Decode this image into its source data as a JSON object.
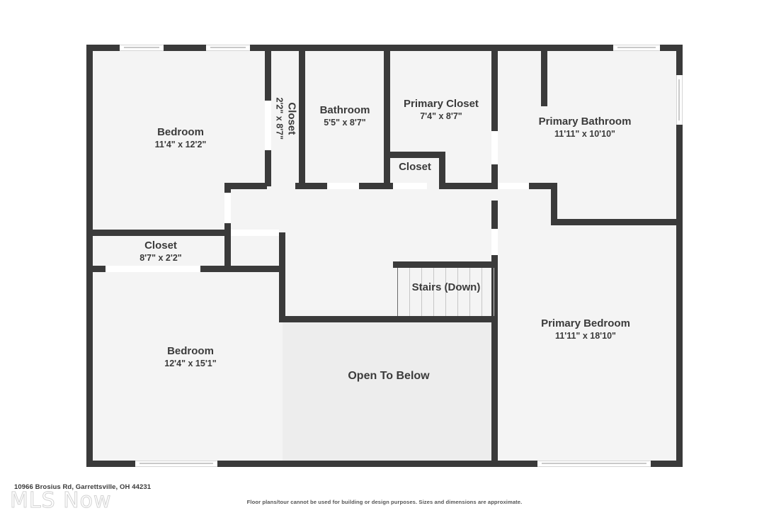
{
  "footer": {
    "address": "10966 Brosius Rd, Garrettsville, OH 44231",
    "disclaimer": "Floor plans/tour cannot be used for building or design purposes. Sizes and dimensions are approximate.",
    "watermark": "MLS Now"
  },
  "colors": {
    "wall": "#3a3a3a",
    "room_fill": "#f4f4f4",
    "open_below_fill": "#ededed",
    "text": "#3b3b3b",
    "window": "#ffffff",
    "page": "#ffffff"
  },
  "rooms": [
    {
      "key": "bedroom_1",
      "name": "Bedroom",
      "dimensions": "11'4\" x 12'2\""
    },
    {
      "key": "closet_hall",
      "name": "Closet",
      "dimensions": "2'2\" x 8'7\""
    },
    {
      "key": "bathroom",
      "name": "Bathroom",
      "dimensions": "5'5\" x 8'7\""
    },
    {
      "key": "primary_closet",
      "name": "Primary Closet",
      "dimensions": "7'4\" x 8'7\""
    },
    {
      "key": "primary_bathroom",
      "name": "Primary Bathroom",
      "dimensions": "11'11\" x 10'10\""
    },
    {
      "key": "closet_small",
      "name": "Closet",
      "dimensions": ""
    },
    {
      "key": "closet_bedroom2",
      "name": "Closet",
      "dimensions": "8'7\" x 2'2\""
    },
    {
      "key": "bedroom_2",
      "name": "Bedroom",
      "dimensions": "12'4\" x 15'1\""
    },
    {
      "key": "stairs",
      "name": "Stairs (Down)",
      "dimensions": ""
    },
    {
      "key": "open_to_below",
      "name": "Open To Below",
      "dimensions": ""
    },
    {
      "key": "primary_bedroom",
      "name": "Primary Bedroom",
      "dimensions": "11'11\" x 18'10\""
    }
  ]
}
